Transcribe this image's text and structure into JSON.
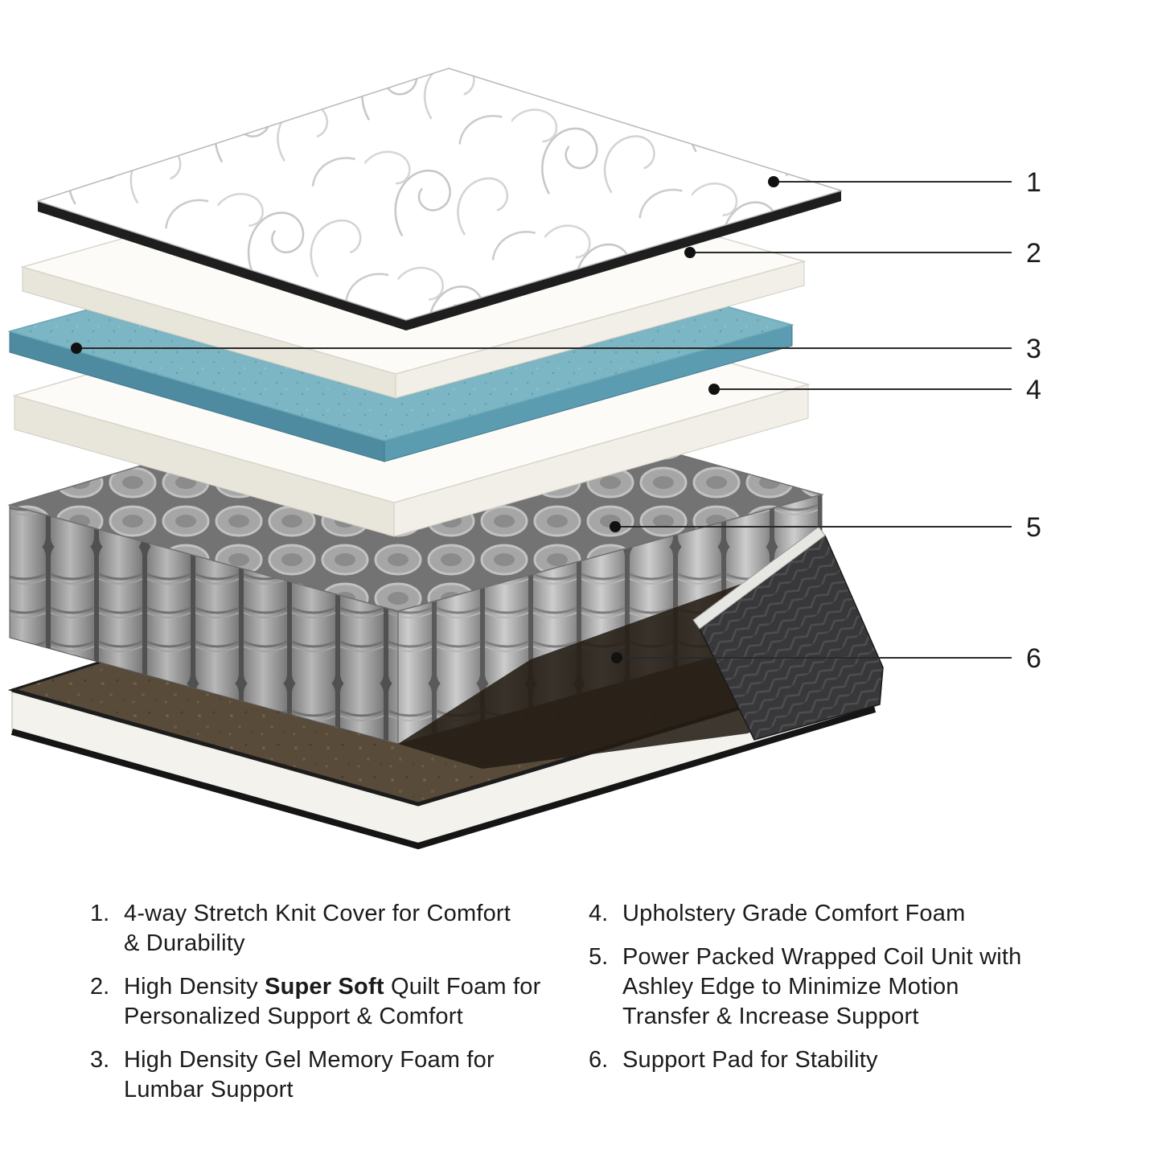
{
  "page": {
    "background": "#ffffff"
  },
  "diagram": {
    "type": "exploded-mattress-layers",
    "callouts": [
      {
        "label": "1"
      },
      {
        "label": "2"
      },
      {
        "label": "3"
      },
      {
        "label": "4"
      },
      {
        "label": "5"
      },
      {
        "label": "6"
      }
    ],
    "colors": {
      "cover_edge": "#1e1e1e",
      "foam_top": "#fcfbf7",
      "gel_foam": "#7cb5c3",
      "coil_gray": "#a6a6a6",
      "support_pad_brown": "#584b3a",
      "edge_fabric": "#38383a",
      "callout_ink": "#1a1a1a"
    }
  },
  "legend": {
    "items_left": [
      {
        "num": "1.",
        "text": "4-way Stretch Knit Cover for Comfort\n& Durability"
      },
      {
        "num": "2.",
        "text_pre": "High Density ",
        "text_bold": "Super Soft",
        "text_post": " Quilt Foam for\nPersonalized Support & Comfort"
      },
      {
        "num": "3.",
        "text": "High Density Gel Memory Foam for\nLumbar Support"
      }
    ],
    "items_right": [
      {
        "num": "4.",
        "text": "Upholstery Grade Comfort Foam"
      },
      {
        "num": "5.",
        "text": "Power Packed Wrapped Coil Unit with\nAshley Edge to Minimize Motion\nTransfer & Increase Support"
      },
      {
        "num": "6.",
        "text": "Support Pad for Stability"
      }
    ]
  }
}
